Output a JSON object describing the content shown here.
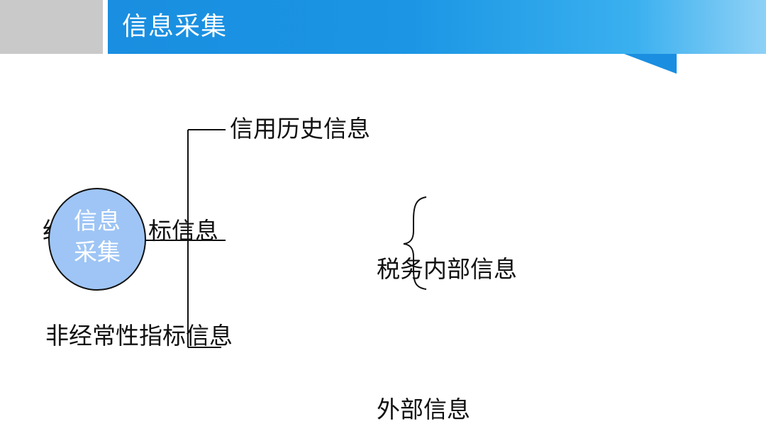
{
  "header": {
    "title": "信息采集"
  },
  "diagram": {
    "center_label_line1": "信息",
    "center_label_line2": "采集",
    "branch_credit_history": "信用历史信息",
    "branch_regular_indicator_prefix": "经",
    "branch_regular_indicator_suffix": "标信息",
    "branch_irregular_indicator": "非经常性指标信息",
    "tax_internal": "税务内部信息",
    "external": "外部信息"
  },
  "colors": {
    "header_blue": "#1a8ee0",
    "gray_block": "#c9c9c9",
    "circle_fill": "#9ec5f5"
  }
}
